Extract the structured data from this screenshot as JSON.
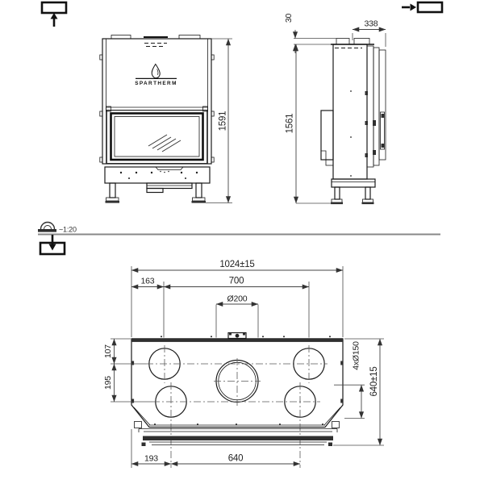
{
  "brand": {
    "logo_text": "SPARTHERM"
  },
  "scale_indicator": {
    "text": "~1:20"
  },
  "dimensions": {
    "front_height": "1591",
    "side_top_offset": "30",
    "side_flue_depth": "338",
    "side_height": "1561",
    "plan_overall_width": "1024±15",
    "plan_left_offset": "163",
    "plan_stub_span": "700",
    "plan_center_flue": "Ø200",
    "plan_row1_offset": "107",
    "plan_row_gap": "195",
    "plan_stub_label": "4xØ150",
    "plan_overall_depth": "640±15",
    "plan_bottom_left_offset": "193",
    "plan_bottom_span": "640"
  },
  "colors": {
    "line": "#1a1a1a",
    "dimension": "#444444",
    "centerline": "#5a5a5a",
    "dark_fill": "#2f2f2f",
    "separator": "#888888"
  }
}
